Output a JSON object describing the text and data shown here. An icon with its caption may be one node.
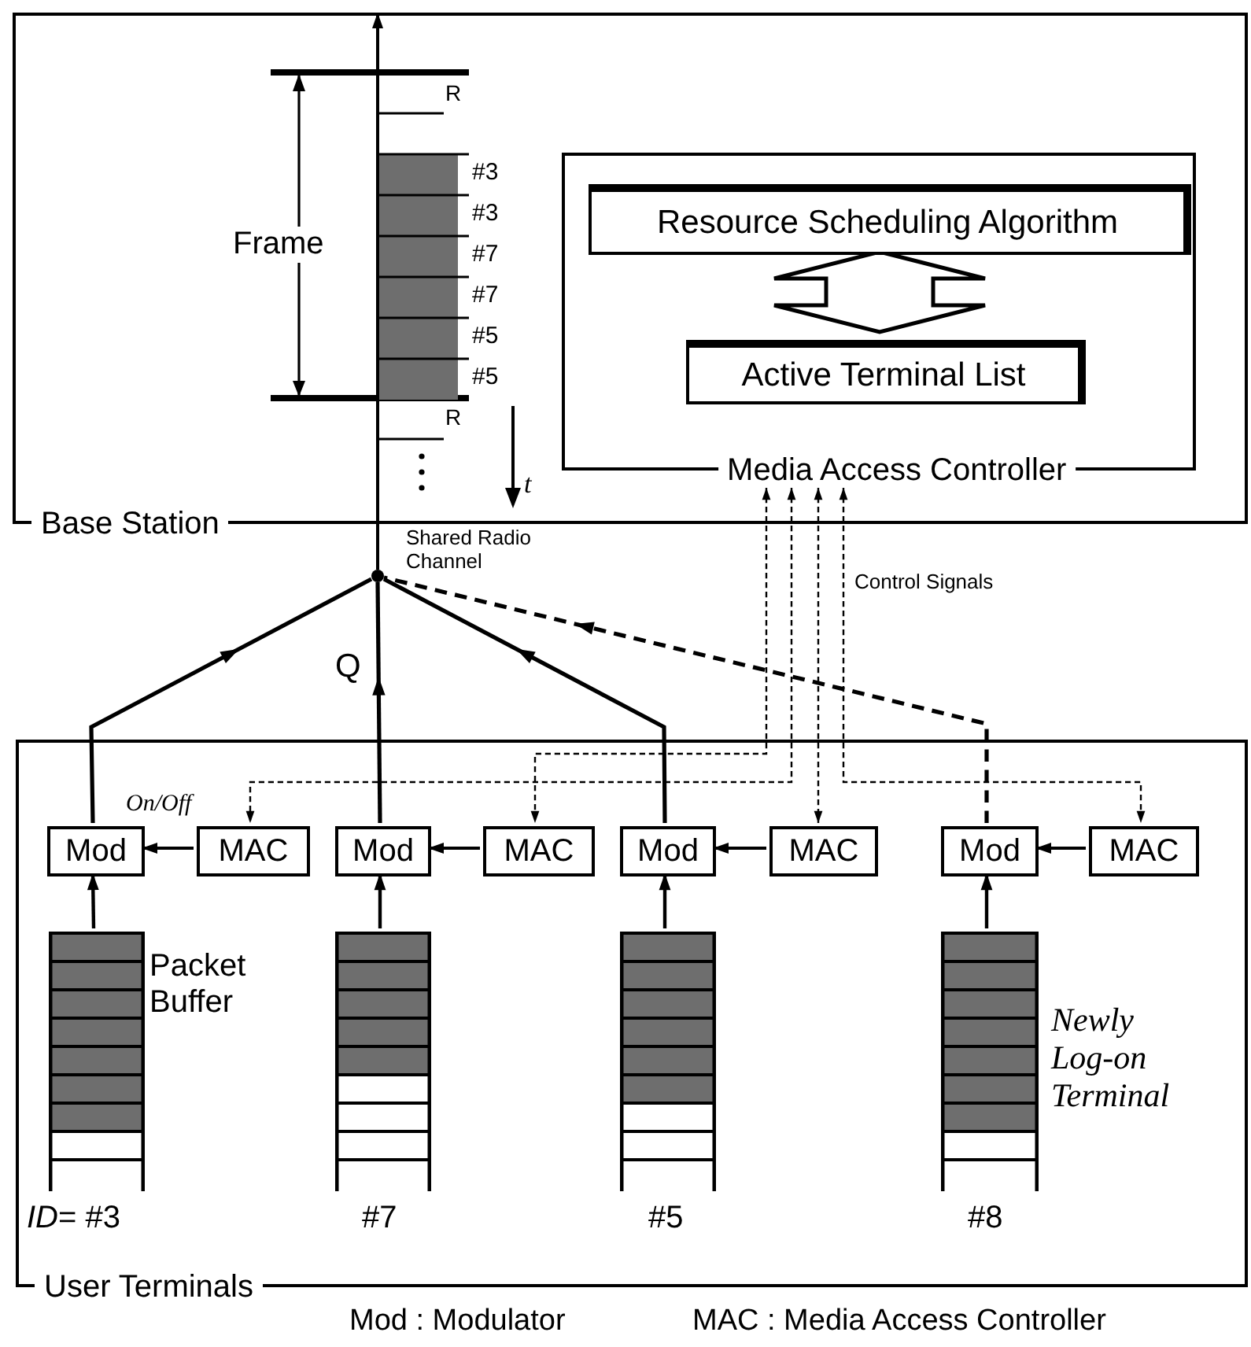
{
  "diagram": {
    "nodes": [
      {
        "text": [
          "Base Station"
        ]
      },
      {
        "text": [
          "Media Access Controller"
        ],
        "in": 0
      },
      {
        "text": [
          "Resource Scheduling Algorithm"
        ],
        "in": 1
      },
      {
        "text": [
          "Active Terminal List"
        ],
        "in": 1
      },
      {
        "text": [],
        "shape": "circle"
      },
      {
        "text": [
          "User Terminals"
        ]
      },
      {
        "text": [
          "Mod"
        ],
        "in": 5
      },
      {
        "text": [
          "MAC"
        ],
        "in": 5
      },
      {
        "text": [],
        "shape": "box",
        "in": 5,
        "beside": [
          "Packet Buffer",
          "*ID*= #3"
        ]
      },
      {
        "text": [
          "Mod"
        ],
        "in": 5
      },
      {
        "text": [
          "MAC"
        ],
        "in": 5
      },
      {
        "text": [],
        "shape": "box",
        "in": 5,
        "beside": [
          "#7"
        ]
      },
      {
        "text": [
          "Mod"
        ],
        "in": 5
      },
      {
        "text": [
          "MAC"
        ],
        "in": 5
      },
      {
        "text": [],
        "shape": "box",
        "in": 5,
        "beside": [
          "#5"
        ]
      },
      {
        "text": [
          "Mod"
        ],
        "in": 5
      },
      {
        "text": [
          "MAC"
        ],
        "in": 5
      },
      {
        "text": [],
        "shape": "box",
        "in": 5,
        "beside": [
          "Newly Log-on Terminal",
          "#8"
        ]
      }
    ],
    "edges": [
      {
        "from": 4,
        "to": 0,
        "arrow": "to"
      },
      {
        "from": 2,
        "to": 3,
        "arrow": "both"
      },
      {
        "from": 1,
        "to": 7,
        "arrow": "both",
        "style": "dashed"
      },
      {
        "from": 1,
        "to": 10,
        "arrow": "both",
        "style": "dashed"
      },
      {
        "from": 1,
        "to": 13,
        "arrow": "both",
        "style": "dashed"
      },
      {
        "from": 1,
        "to": 16,
        "arrow": "both",
        "style": "dashed"
      },
      {
        "from": 7,
        "to": 6,
        "arrow": "to",
        "label": "On/Off"
      },
      {
        "from": 10,
        "to": 9,
        "arrow": "to"
      },
      {
        "from": 13,
        "to": 12,
        "arrow": "to"
      },
      {
        "from": 16,
        "to": 15,
        "arrow": "to"
      },
      {
        "from": 8,
        "to": 6,
        "arrow": "to"
      },
      {
        "from": 11,
        "to": 9,
        "arrow": "to"
      },
      {
        "from": 14,
        "to": 12,
        "arrow": "to"
      },
      {
        "from": 17,
        "to": 15,
        "arrow": "to"
      },
      {
        "from": 6,
        "to": 4,
        "arrow": "to"
      },
      {
        "from": 9,
        "to": 4,
        "arrow": "to"
      },
      {
        "from": 12,
        "to": 4,
        "arrow": "to"
      },
      {
        "from": 15,
        "to": 4,
        "arrow": "to",
        "style": "dashed"
      }
    ],
    "labels": [
      "Frame",
      "R",
      "#3",
      "#3",
      "#7",
      "#7",
      "#5",
      "#5",
      "R",
      "t",
      "Shared Radio Channel",
      "Control Signals",
      "Q",
      "Mod : Modulator",
      "MAC : Media Access Controller"
    ]
  }
}
